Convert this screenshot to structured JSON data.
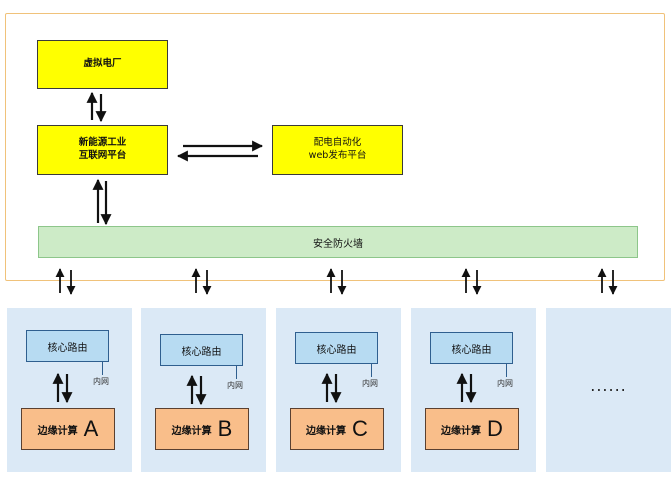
{
  "platform": {
    "virtual_power_plant": "虚拟电厂",
    "iiot_platform_line1": "新能源工业",
    "iiot_platform_line2": "互联网平台",
    "distribution_line1": "配电自动化",
    "distribution_line2": "web发布平台",
    "firewall": "安全防火墙"
  },
  "nodes": [
    {
      "router": "核心路由",
      "lan": "内网",
      "edge_label": "边缘计算",
      "letter": "A"
    },
    {
      "router": "核心路由",
      "lan": "内网",
      "edge_label": "边缘计算",
      "letter": "B"
    },
    {
      "router": "核心路由",
      "lan": "内网",
      "edge_label": "边缘计算",
      "letter": "C"
    },
    {
      "router": "核心路由",
      "lan": "内网",
      "edge_label": "边缘计算",
      "letter": "D"
    }
  ],
  "more_indicator": "......",
  "colors": {
    "yellow": "#ffff00",
    "firewall_green": "#cdebc7",
    "node_bg": "#dbe9f6",
    "router_blue": "#b7dbf2",
    "edge_orange": "#f9be8a",
    "frame_orange": "#f0c27a"
  }
}
